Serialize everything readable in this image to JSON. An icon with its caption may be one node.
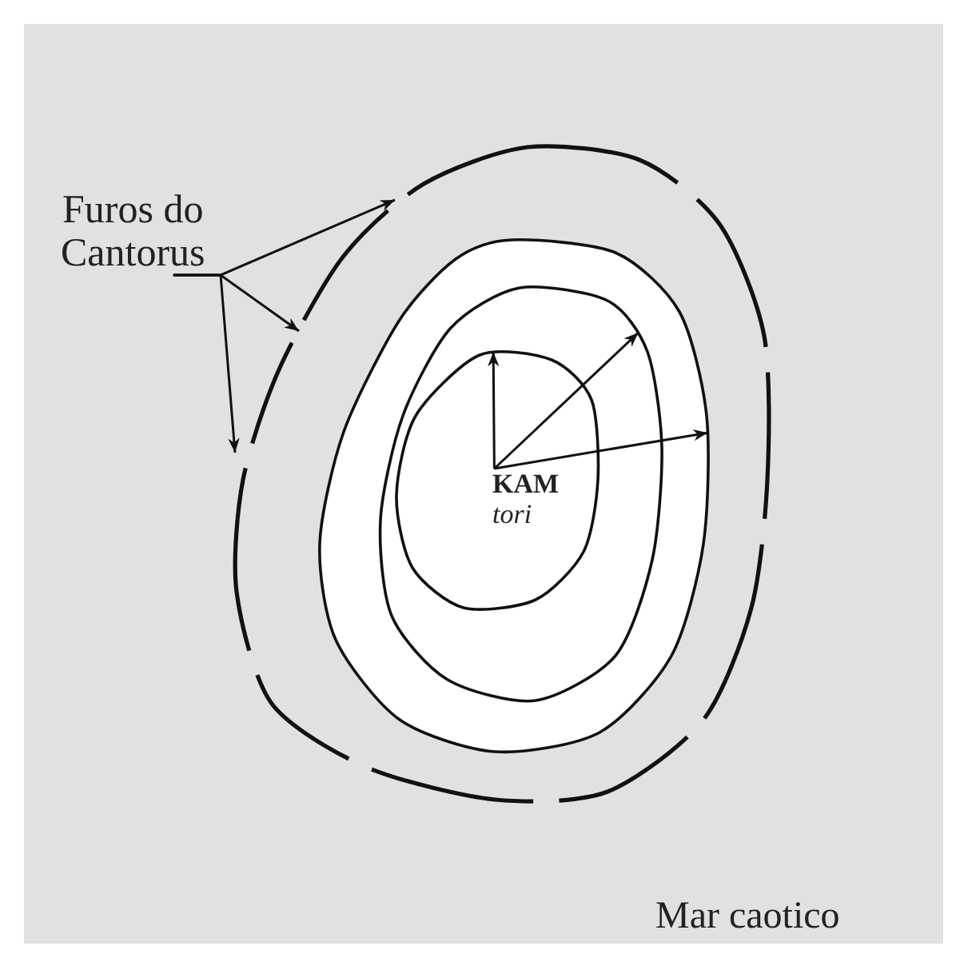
{
  "diagram": {
    "nodes": [
      {
        "text": [
          "Furos do Cantorus"
        ]
      },
      {
        "text": [],
        "shape": "ellipse"
      },
      {
        "text": [],
        "shape": "ellipse",
        "in": 1
      },
      {
        "text": [],
        "shape": "ellipse",
        "in": 2
      },
      {
        "text": [
          "KAM",
          "tori"
        ],
        "in": 3
      }
    ],
    "edges": [
      {
        "from": 0,
        "to": null,
        "arrow": "to"
      },
      {
        "from": 0,
        "to": null,
        "arrow": "to"
      },
      {
        "from": 0,
        "to": null,
        "arrow": "to"
      },
      {
        "from": 4,
        "to": 3,
        "arrow": "to"
      },
      {
        "from": 4,
        "to": 2,
        "arrow": "to"
      },
      {
        "from": 4,
        "to": 1,
        "arrow": "to"
      }
    ],
    "labels": [
      "Mar caotico"
    ]
  }
}
